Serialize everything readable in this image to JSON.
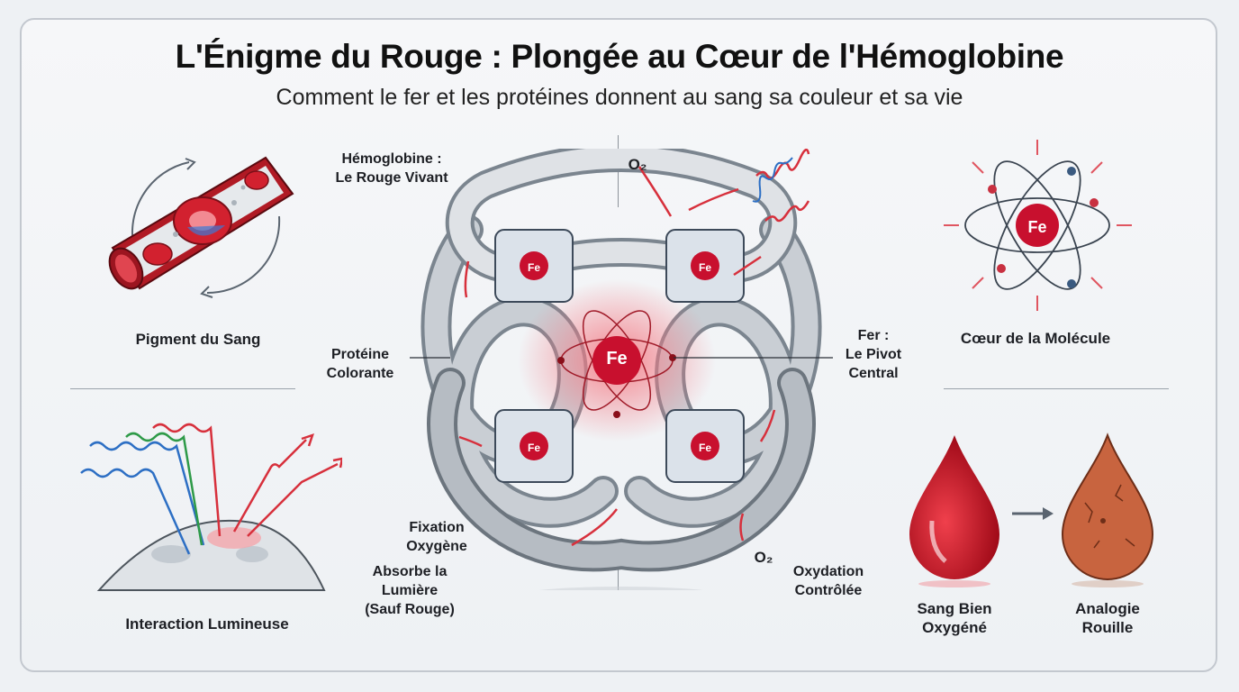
{
  "header": {
    "title": "L'Énigme du Rouge : Plongée au Cœur de l'Hémoglobine",
    "subtitle": "Comment le fer et les protéines donnent au sang sa couleur et sa vie"
  },
  "left_panels": {
    "pigment_label": "Pigment du Sang",
    "light_label": "Interaction Lumineuse"
  },
  "right_panels": {
    "core_label": "Cœur de la Molécule",
    "atom_symbol": "Fe",
    "blood_label": "Sang Bien\nOxygéné",
    "rust_label": "Analogie\nRouille"
  },
  "center": {
    "hemoglobin_label": "Hémoglobine :\nLe Rouge Vivant",
    "protein_label": "Protéine\nColorante",
    "iron_label": "Fer :\nLe Pivot\nCentral",
    "fixation_label": "Fixation\nOxygène",
    "absorb_label": "Absorbe la\nLumière\n(Sauf Rouge)",
    "oxidation_label": "Oxydation\nContrôlée",
    "o2_top": "O₂",
    "o2_bottom": "O₂",
    "heme_symbol": "Fe",
    "center_symbol": "Fe"
  },
  "colors": {
    "blood_red": "#c8102e",
    "rust": "#c8643f",
    "protein_grey": "#c9ced4",
    "dark_grey": "#7b858f"
  }
}
